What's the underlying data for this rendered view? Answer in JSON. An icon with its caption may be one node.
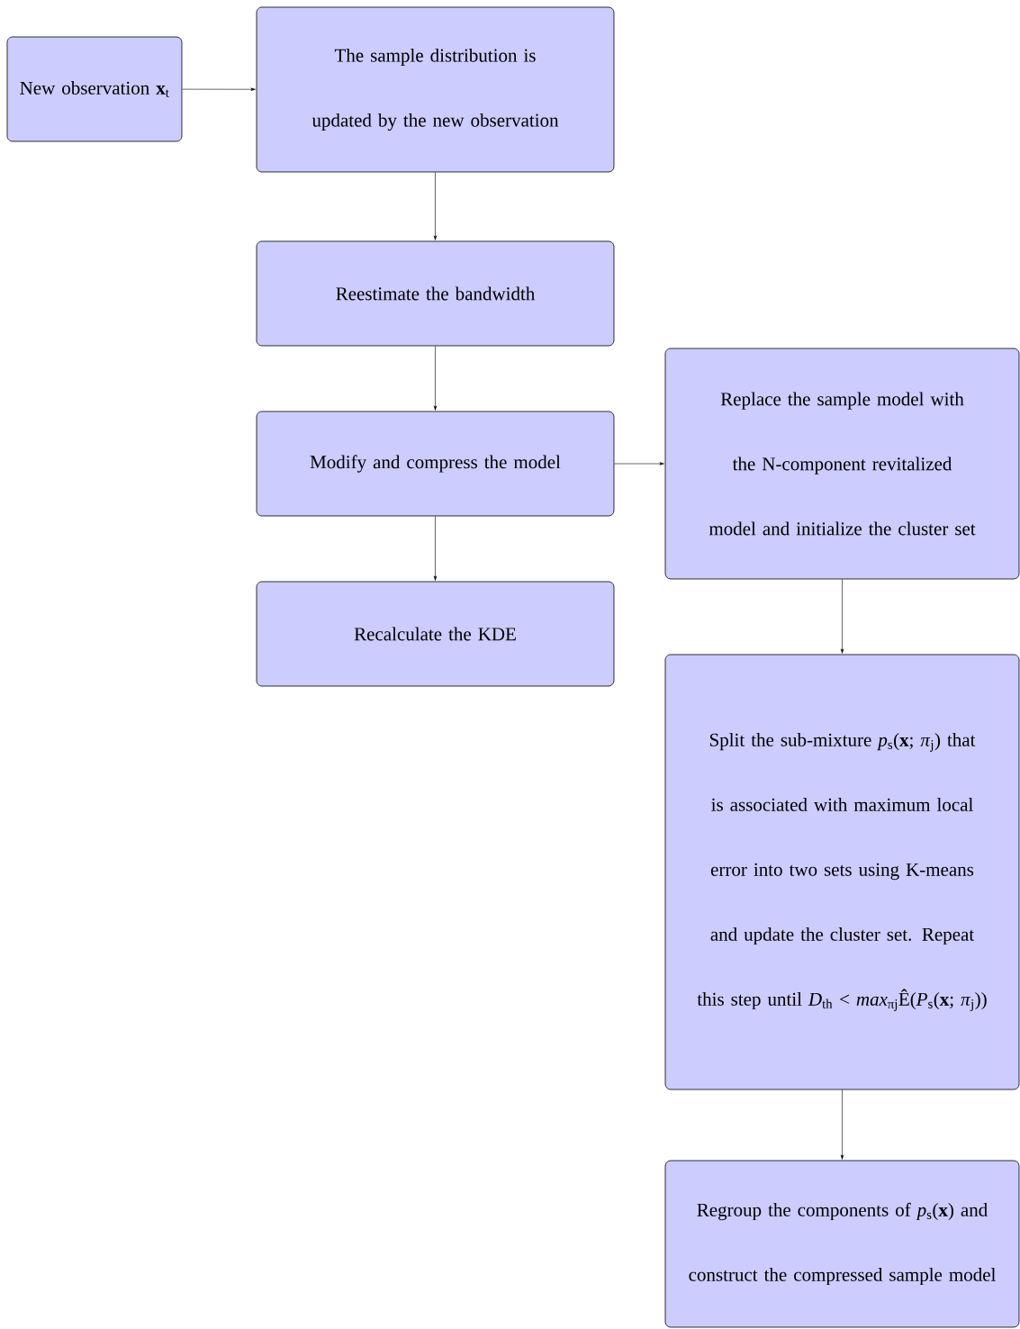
{
  "diagram": {
    "nodes": [
      {
        "text": [
          "New observation **x**$_{t}$"
        ]
      },
      {
        "text": [
          "The sample distribution is updated by the new observation"
        ]
      },
      {
        "text": [
          "Reestimate the bandwidth"
        ]
      },
      {
        "text": [
          "Modify and compress the model"
        ]
      },
      {
        "text": [
          "Recalculate the KDE"
        ]
      },
      {
        "text": [
          "Replace the sample model with the N-component revitalized model and initialize the cluster set"
        ]
      },
      {
        "text": [
          "Split the sub-mixture *p*$_{s}$(**x**; *π*$_{j}$) that is associated with maximum local error into two sets using K-means and update the cluster set. Repeat this step until *D*$_{th}$ < *max*$_{πj}$Ê(*P*$_{s}$(**x**; *π*$_{j}$))"
        ]
      },
      {
        "text": [
          "Regroup the components of *p*$_{s}$(**x**) and construct the compressed sample model"
        ]
      }
    ],
    "edges": [
      {
        "from": 0,
        "to": 1,
        "arrow": "to"
      },
      {
        "from": 1,
        "to": 2,
        "arrow": "to"
      },
      {
        "from": 2,
        "to": 3,
        "arrow": "to"
      },
      {
        "from": 3,
        "to": 4,
        "arrow": "to"
      },
      {
        "from": 3,
        "to": 5,
        "arrow": "to"
      },
      {
        "from": 5,
        "to": 6,
        "arrow": "to"
      },
      {
        "from": 6,
        "to": 7,
        "arrow": "to"
      }
    ]
  }
}
